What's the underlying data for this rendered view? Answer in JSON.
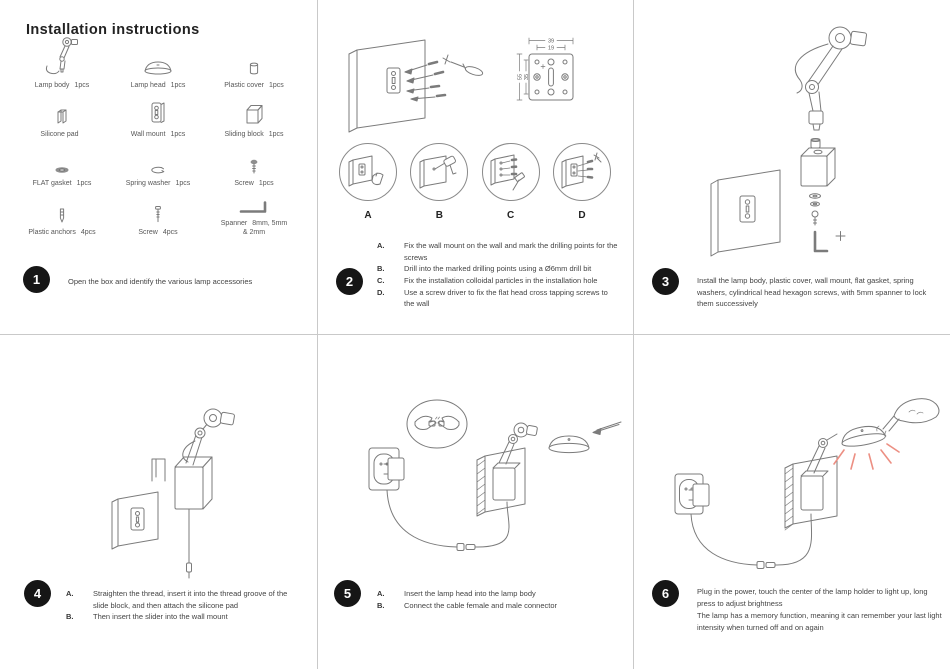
{
  "page": {
    "title": "Installation instructions"
  },
  "colors": {
    "ink": "#3d3d3d",
    "line_art": "#7b7b7b",
    "divider": "#c9c9c9",
    "badge": "#161616",
    "light_ray": "#ec8f83"
  },
  "parts": [
    {
      "name": "Lamp body",
      "qty": "1pcs"
    },
    {
      "name": "Lamp head",
      "qty": "1pcs"
    },
    {
      "name": "Plastic cover",
      "qty": "1pcs"
    },
    {
      "name": "Silicone pad",
      "qty": ""
    },
    {
      "name": "Wall mount",
      "qty": "1pcs"
    },
    {
      "name": "Sliding block",
      "qty": "1pcs"
    },
    {
      "name": "FLAT gasket",
      "qty": "1pcs"
    },
    {
      "name": "Spring washer",
      "qty": "1pcs"
    },
    {
      "name": "Screw",
      "qty": "1pcs"
    },
    {
      "name": "Plastic anchors",
      "qty": "4pcs"
    },
    {
      "name": "Screw",
      "qty": "4pcs"
    },
    {
      "name": "Spanner",
      "qty": "8mm, 5mm",
      "qty2": "& 2mm"
    }
  ],
  "steps": {
    "s1": {
      "num": "1",
      "text": "Open the box and identify the various lamp accessories"
    },
    "s2": {
      "num": "2",
      "items": [
        {
          "label": "A.",
          "text": "Fix the wall mount on the wall and mark the drilling points for the screws"
        },
        {
          "label": "B.",
          "text": "Drill into the marked drilling points using a Ø6mm drill bit"
        },
        {
          "label": "C.",
          "text": "Fix the installation colloidal particles in the installation hole"
        },
        {
          "label": "D.",
          "text": "Use a screw driver to fix the flat head cross tapping screws to the wall"
        }
      ]
    },
    "s3": {
      "num": "3",
      "text": "Install the lamp body, plastic cover, wall mount, flat gasket, spring washers, cylindrical head hexagon screws, with 5mm spanner to lock them successively"
    },
    "s4": {
      "num": "4",
      "items": [
        {
          "label": "A.",
          "text": "Straighten the thread, insert it into the thread groove of the slide block, and then attach the silicone pad"
        },
        {
          "label": "B.",
          "text": "Then insert the slider into the wall mount"
        }
      ]
    },
    "s5": {
      "num": "5",
      "items": [
        {
          "label": "A.",
          "text": "Insert the lamp head into the lamp body"
        },
        {
          "label": "B.",
          "text": "Connect the cable female and male connector"
        }
      ]
    },
    "s6": {
      "num": "6",
      "line1": "Plug in the power, touch the center of the lamp holder to light up, long press to adjust brightness",
      "line2": "The lamp has a memory function, meaning it can remember your last light intensity when turned off and on again"
    }
  },
  "diagram_labels": [
    "A",
    "B",
    "C",
    "D"
  ],
  "dimensions": {
    "width_outer": "39",
    "width_inner": "19",
    "height_outer": "55",
    "height_inner": "35"
  }
}
